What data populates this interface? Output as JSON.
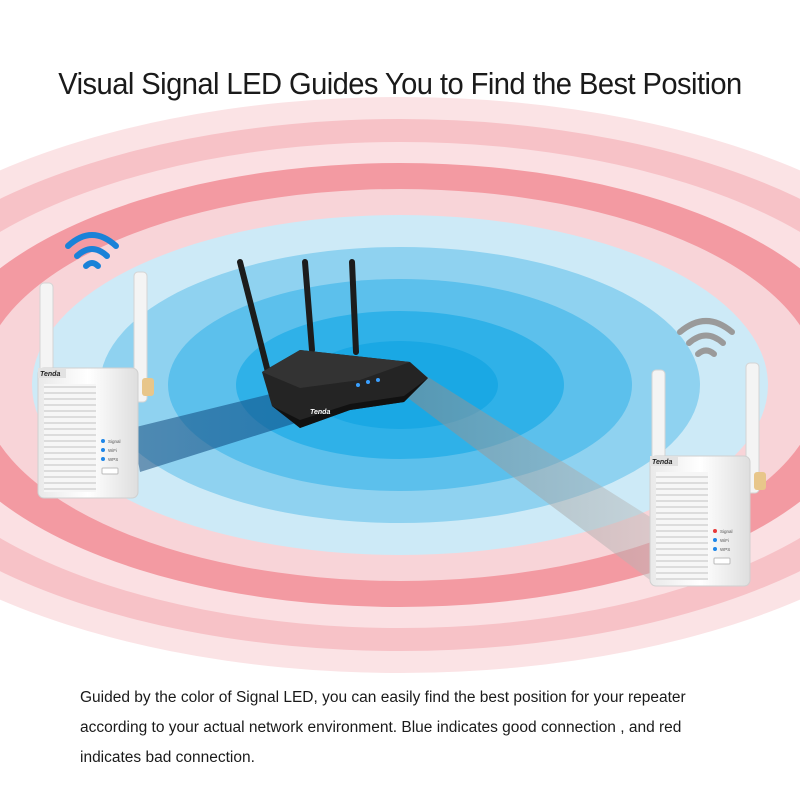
{
  "heading": "Visual Signal LED Guides You to Find the Best Position",
  "description": {
    "line1": "Guided by the color of Signal LED, you can easily find the best position for your repeater",
    "line2": "according to your actual network environment. Blue indicates good connection , and red",
    "line3": "indicates bad connection."
  },
  "devices": {
    "router_brand": "Tenda",
    "left_repeater": {
      "brand": "Tenda",
      "wifi_signal": "good",
      "wifi_icon_color": "#1a82d8",
      "led_labels": [
        "Signal",
        "WiFi",
        "WPS"
      ]
    },
    "right_repeater": {
      "brand": "Tenda",
      "wifi_signal": "bad",
      "wifi_icon_color": "#9a9a9a",
      "led_labels": [
        "Signal",
        "WiFi",
        "WPS"
      ]
    }
  },
  "colors": {
    "signal_good": "#1aa8e4",
    "signal_weak": "#f2a0a6",
    "signal_bad": "#f08892"
  }
}
